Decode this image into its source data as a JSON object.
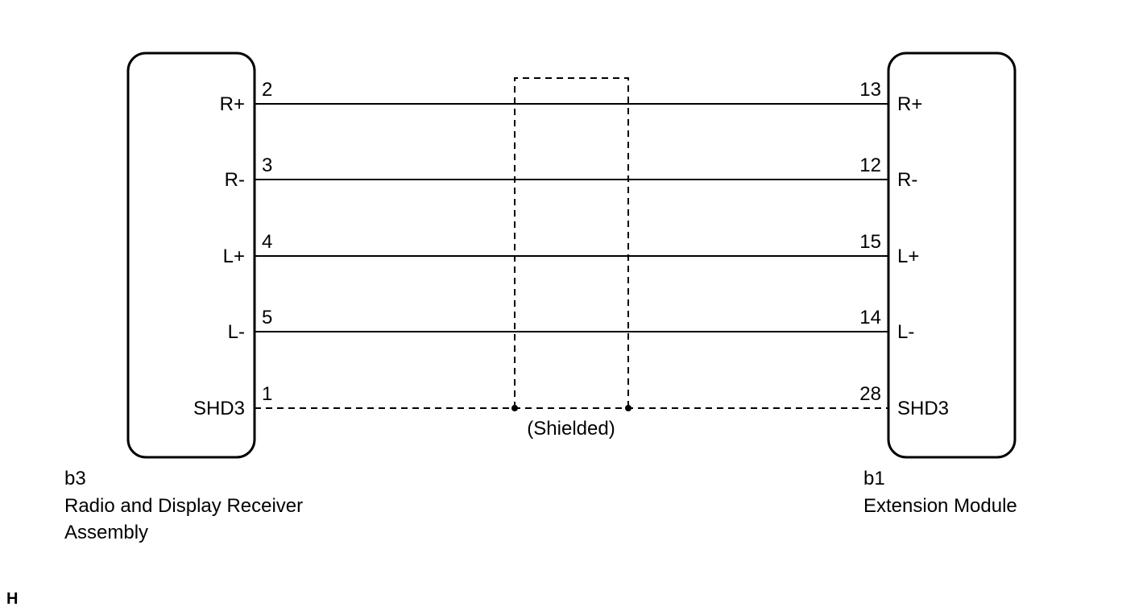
{
  "left_component": {
    "code": "b3",
    "name_line1": "Radio and Display Receiver",
    "name_line2": "Assembly"
  },
  "right_component": {
    "code": "b1",
    "name_line1": "Extension Module"
  },
  "wires": [
    {
      "left_terminal": "R+",
      "left_pin": "2",
      "right_pin": "13",
      "right_terminal": "R+",
      "style": "solid"
    },
    {
      "left_terminal": "R-",
      "left_pin": "3",
      "right_pin": "12",
      "right_terminal": "R-",
      "style": "solid"
    },
    {
      "left_terminal": "L+",
      "left_pin": "4",
      "right_pin": "15",
      "right_terminal": "L+",
      "style": "solid"
    },
    {
      "left_terminal": "L-",
      "left_pin": "5",
      "right_pin": "14",
      "right_terminal": "L-",
      "style": "solid"
    },
    {
      "left_terminal": "SHD3",
      "left_pin": "1",
      "right_pin": "28",
      "right_terminal": "SHD3",
      "style": "dashed"
    }
  ],
  "shield_label": "(Shielded)",
  "corner_mark": "H"
}
